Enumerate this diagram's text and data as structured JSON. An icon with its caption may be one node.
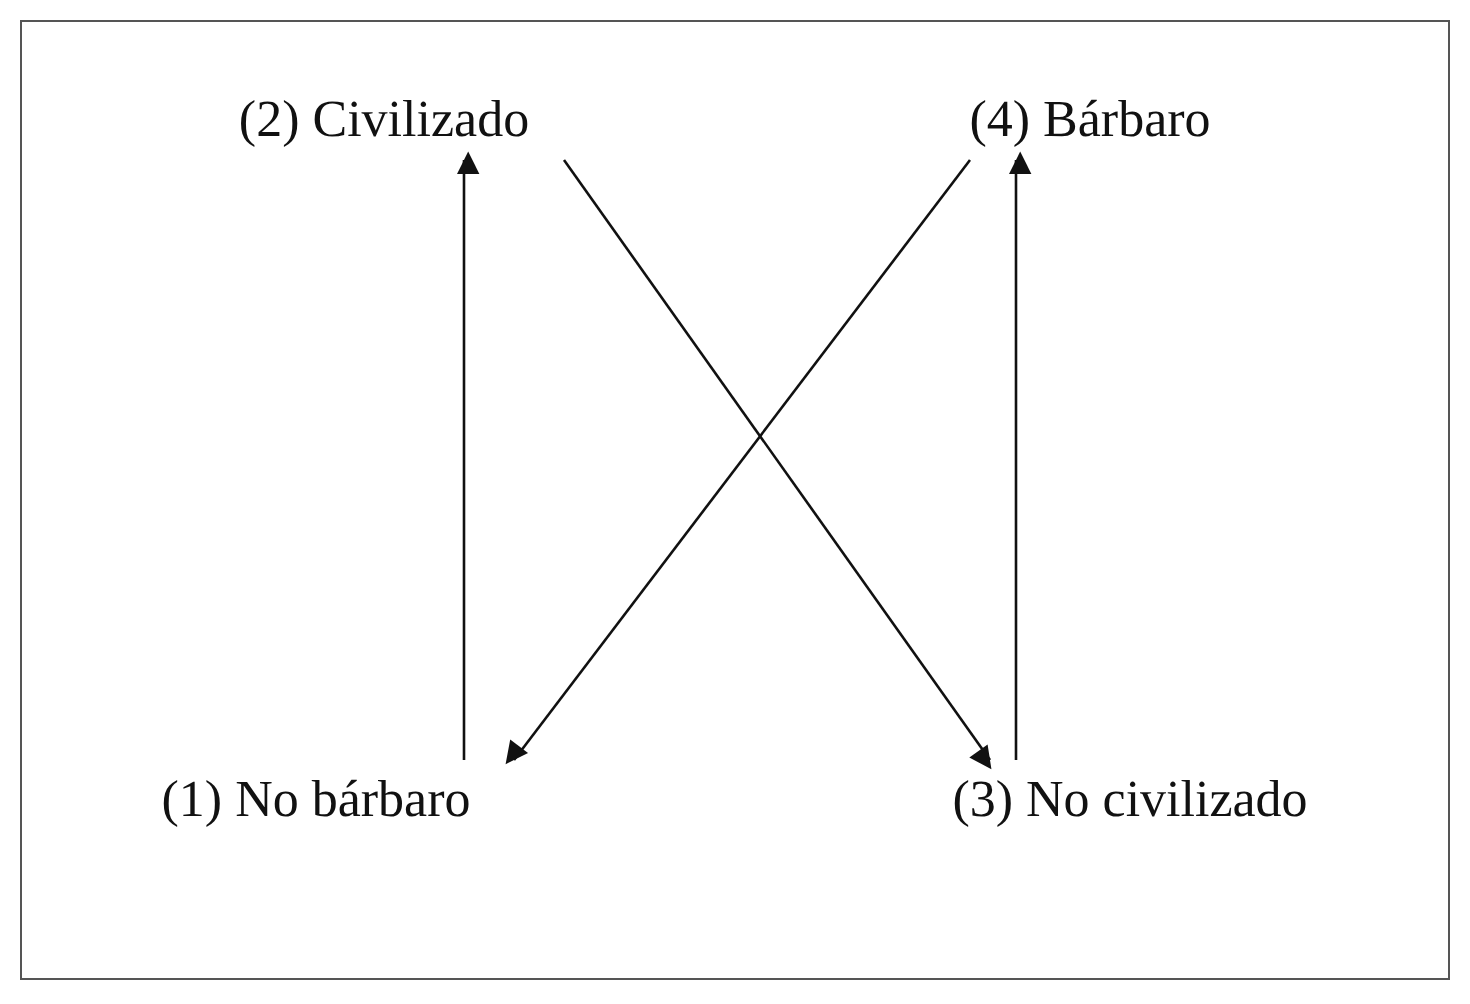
{
  "diagram": {
    "nodes": [
      {
        "text": [
          "(1) No bárbaro"
        ]
      },
      {
        "text": [
          "(2) Civilizado"
        ]
      },
      {
        "text": [
          "(3) No civilizado"
        ]
      },
      {
        "text": [
          "(4) Bárbaro"
        ]
      }
    ],
    "edges": [
      {
        "from": 0,
        "to": 1,
        "arrow": "to"
      },
      {
        "from": 1,
        "to": 2,
        "arrow": "to"
      },
      {
        "from": 3,
        "to": 0,
        "arrow": "to"
      },
      {
        "from": 2,
        "to": 3,
        "arrow": "to"
      }
    ]
  }
}
